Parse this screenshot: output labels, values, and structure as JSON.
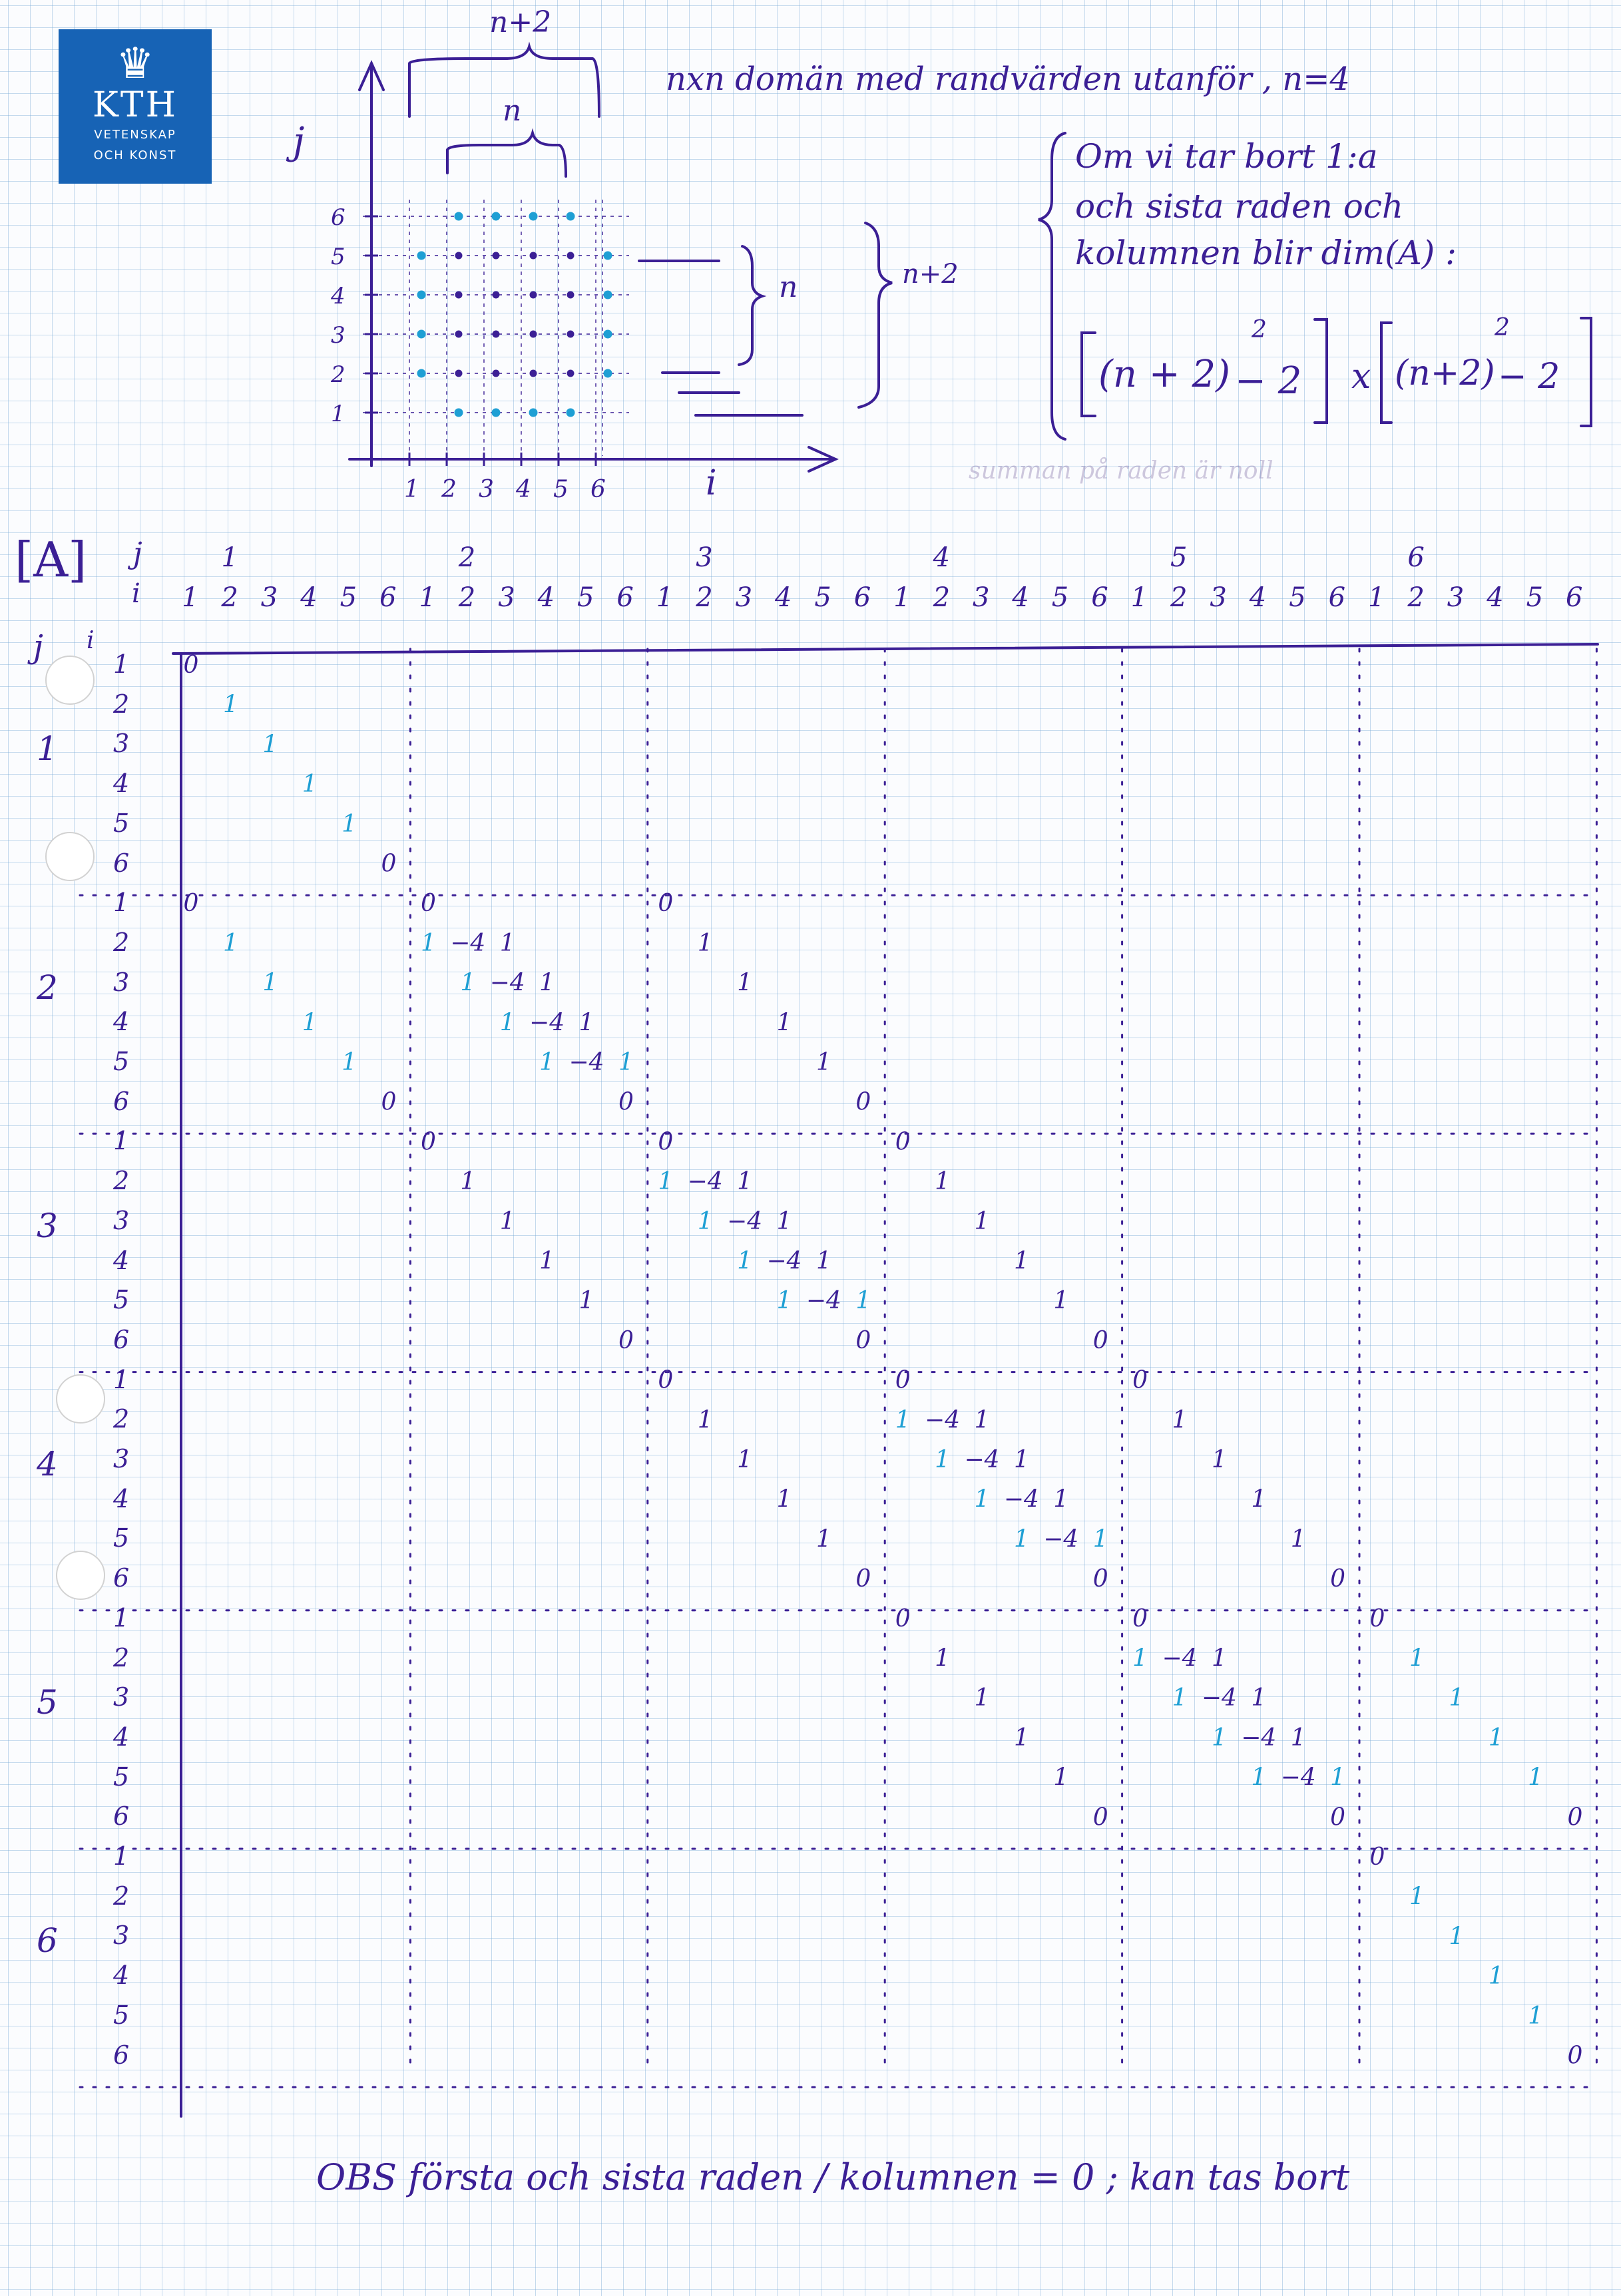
{
  "logo": {
    "crown": "♛",
    "name": "KTH",
    "line1": "VETENSKAP",
    "line2": "OCH KONST"
  },
  "colors": {
    "ink": "#3b1f95",
    "cyan": "#1e9fd4",
    "grid": "#78aad7"
  },
  "sketch": {
    "j_axis": "j",
    "i_axis": "i",
    "brace_top_outer": "n+2",
    "brace_top_inner": "n",
    "brace_right_inner": "n",
    "brace_right_outer": "n+2",
    "y_ticks": [
      "6",
      "5",
      "4",
      "3",
      "2",
      "1"
    ],
    "x_ticks": [
      "1",
      "2",
      "3",
      "4",
      "5",
      "6"
    ]
  },
  "heading": "nxn domän med randvärden utanför , n=4",
  "note": {
    "line1": "Om vi tar bort 1:a",
    "line2": "och sista raden och",
    "line3": "kolumnen blir dim(A) :",
    "formula_left": "(n + 2)",
    "formula_left_exp": "2",
    "formula_left_rest": "− 2",
    "times": "x",
    "formula_right": "(n+2)",
    "formula_right_exp": "2",
    "formula_right_rest": "− 2",
    "faded": "summan på raden är noll"
  },
  "matrix": {
    "label": "[A]",
    "col_index_j": "j",
    "col_index_i": "i",
    "row_index_j": "j",
    "row_index_i": "i",
    "blocks": [
      "1",
      "2",
      "3",
      "4",
      "5",
      "6"
    ],
    "sub": [
      "1",
      "2",
      "3",
      "4",
      "5",
      "6"
    ],
    "side_labels": [
      "1",
      "2",
      "3",
      "4",
      "5",
      "6"
    ]
  },
  "footer": "OBS första och sista raden / kolumnen = 0 ; kan tas bort"
}
